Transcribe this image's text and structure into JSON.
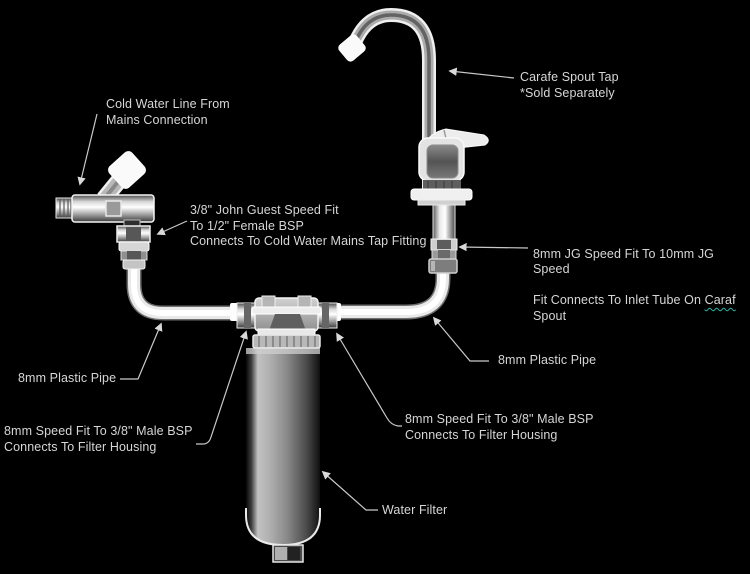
{
  "title": "Water filter and carafe tap installation diagram",
  "colors": {
    "background": "#000000",
    "label_text": "#d6d6d6",
    "leader_line": "#c9c9c9",
    "spellcheck_squiggle": "#2fb8a8"
  },
  "labels": {
    "cold_water_line": "Cold Water Line From\nMains Connection",
    "carafe_tap": "Carafe Spout Tap\n*Sold Separately",
    "jg_three_eighths": "3/8\" John Guest Speed Fit\nTo 1/2\" Female BSP\nConnects To Cold Water Mains Tap Fitting",
    "jg_8mm": {
      "line1": "8mm JG Speed Fit To 10mm JG Speed",
      "line2_pre": "Fit Connects To Inlet Tube On ",
      "line2_word": "Caraf",
      "line2_post": " Spout"
    },
    "pipe_left": "8mm Plastic Pipe",
    "pipe_right": "8mm Plastic Pipe",
    "speedfit_left": "8mm Speed Fit To 3/8\" Male BSP\nConnects To Filter Housing",
    "speedfit_right": "8mm Speed Fit To 3/8\" Male BSP\nConnects To Filter Housing",
    "water_filter": "Water Filter"
  },
  "diagram_parts": [
    "mains-connection-valve",
    "carafe-spout-tap",
    "water-filter-housing",
    "left-8mm-plastic-pipe",
    "right-8mm-plastic-pipe",
    "speed-fit-connectors"
  ]
}
